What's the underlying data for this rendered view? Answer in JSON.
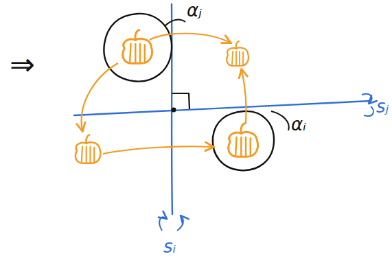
{
  "diagram": {
    "labels": [
      "⇒",
      "αⱼ",
      "αᵢ",
      "sⱼ",
      "sᵢ"
    ]
  }
}
